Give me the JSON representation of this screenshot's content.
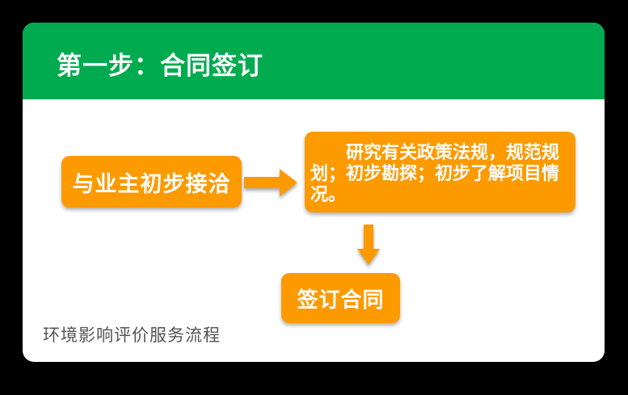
{
  "colors": {
    "page-bg": "#000000",
    "card-bg": "#ffffff",
    "header-green": "#00AB4F",
    "node-orange": "#FC9A00",
    "node-text": "#ffffff",
    "caption-gray": "#555555"
  },
  "header": {
    "title": "第一步：合同签订"
  },
  "flow": {
    "node1_label": "与业主初步接洽",
    "node2_label": "研究有关政策法规，规范规划；初步勘探；初步了解项目情况。",
    "node3_label": "签订合同"
  },
  "footer": {
    "caption": "环境影响评价服务流程"
  },
  "icons": {
    "arrow_right": "arrow-right-icon",
    "arrow_down": "arrow-down-icon"
  }
}
